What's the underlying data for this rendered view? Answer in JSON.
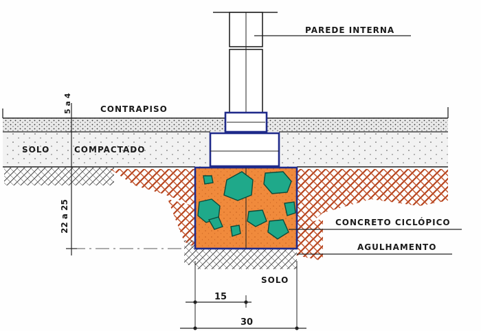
{
  "labels": {
    "parede_interna": "PAREDE INTERNA",
    "contrapiso": "CONTRAPISO",
    "solo_compactado_a": "SOLO",
    "solo_compactado_b": "COMPACTADO",
    "concreto_ciclopico": "CONCRETO CICLÓPICO",
    "agulhamento": "AGULHAMENTO",
    "solo": "SOLO"
  },
  "dimensions": {
    "contrapiso_thickness": "5 a 4",
    "depth": "22 a 25",
    "half_width": "15",
    "full_width": "30"
  },
  "colors": {
    "concrete": "#f08a3c",
    "stones": "#1fa98a",
    "soil_hatch": "#b5421c",
    "outline": "#1f2a8a"
  }
}
